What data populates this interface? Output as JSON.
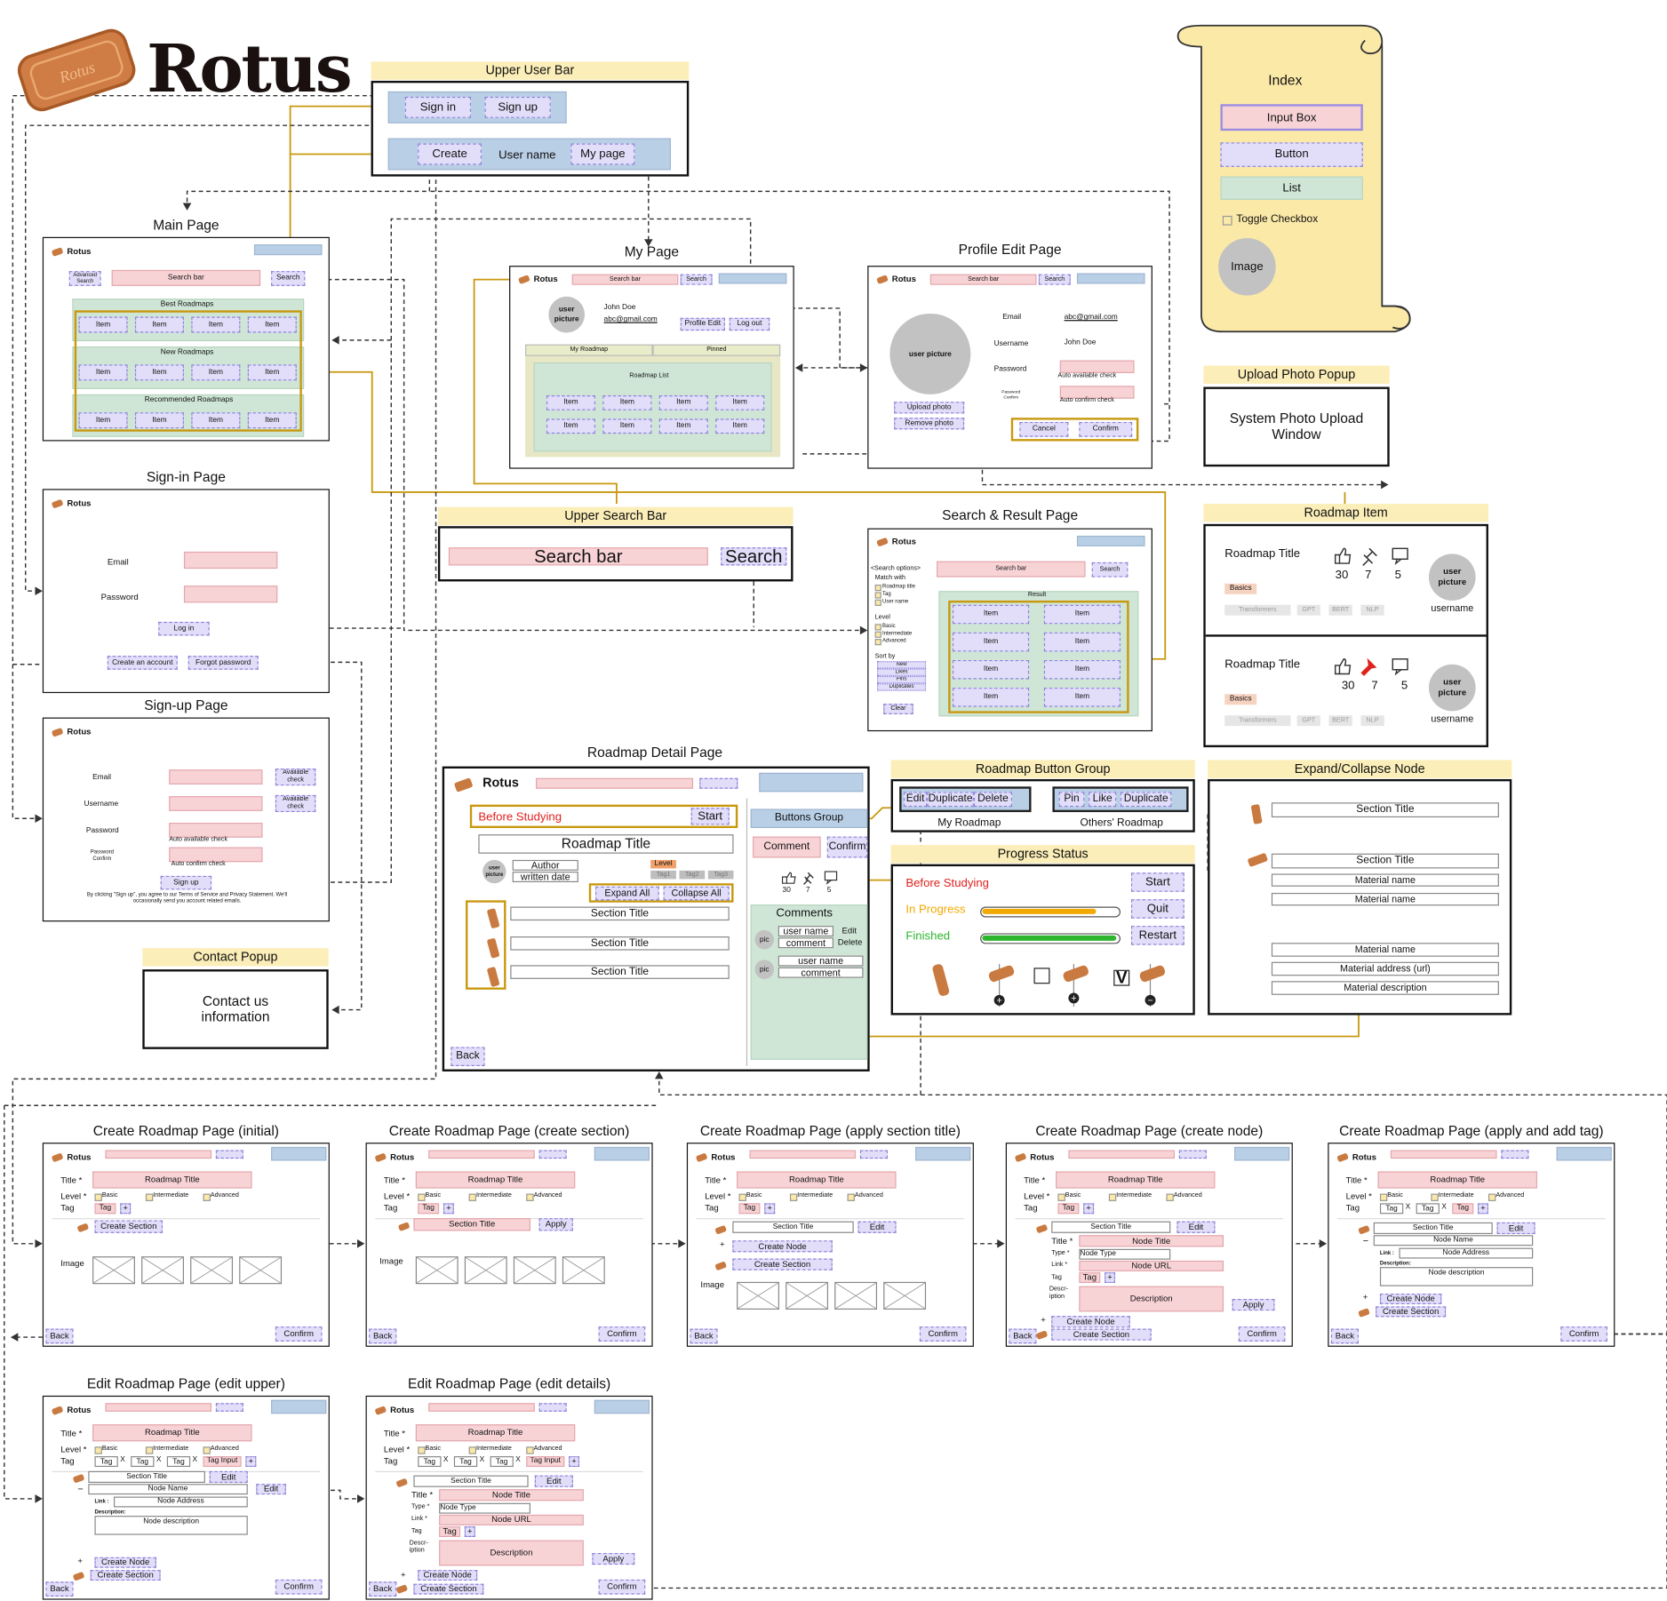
{
  "brand": {
    "name": "Rotus",
    "cookie_text": "Rotus"
  },
  "upper_user_bar": {
    "title": "Upper User Bar",
    "sign_in": "Sign in",
    "sign_up": "Sign up",
    "create": "Create",
    "user_name": "User name",
    "my_page": "My page"
  },
  "main_page": {
    "title": "Main Page",
    "advanced": "Advanced Search",
    "search_bar": "Search bar",
    "search": "Search",
    "sections": [
      "Best Roadmaps",
      "New Roadmaps",
      "Recommended Roadmaps"
    ],
    "item": "Item"
  },
  "sign_in_page": {
    "title": "Sign-in Page",
    "email": "Email",
    "password": "Password",
    "log_in": "Log in",
    "create_account": "Create an account",
    "forgot_password": "Forgot password"
  },
  "sign_up_page": {
    "title": "Sign-up Page",
    "email": "Email",
    "username": "Username",
    "password": "Password",
    "password_confirm": "Password Confirm",
    "available_check": "Available check",
    "auto_available": "Auto available check",
    "auto_confirm": "Auto confirm check",
    "sign_up": "Sign up",
    "terms": "By clicking \"Sign up\", you agree to our Terms of Service and Privacy Statement. We'll occasionally send you account related emails."
  },
  "contact_popup": {
    "title": "Contact Popup",
    "body": "Contact us information"
  },
  "my_page": {
    "title": "My Page",
    "user_picture": "user picture",
    "name": "John Doe",
    "email": "abc@gmail.com",
    "profile_edit": "Profile Edit",
    "log_out": "Log out",
    "tab_my": "My Roadmap",
    "tab_pinned": "Pinned",
    "roadmap_list": "Roadmap List",
    "item": "Item",
    "search_bar": "Search bar",
    "search": "Search"
  },
  "profile_edit_page": {
    "title": "Profile Edit Page",
    "email_label": "Email",
    "email": "abc@gmail.com",
    "username_label": "Username",
    "username": "John Doe",
    "password": "Password",
    "password_confirm": "Password Confirm",
    "auto_available": "Auto available check",
    "auto_confirm": "Auto confirm check",
    "upload_photo": "Upload photo",
    "remove_photo": "Remove photo",
    "cancel": "Cancel",
    "confirm": "Confirm",
    "user_picture": "user picture",
    "search_bar": "Search bar",
    "search": "Search"
  },
  "index": {
    "title": "Index",
    "input_box": "Input Box",
    "button": "Button",
    "list": "List",
    "toggle": "Toggle Checkbox",
    "image": "Image"
  },
  "upload_photo_popup": {
    "title": "Upload Photo Popup",
    "body": "System Photo Upload Window"
  },
  "upper_search_bar": {
    "title": "Upper Search Bar",
    "search_bar": "Search bar",
    "search": "Search"
  },
  "search_result_page": {
    "title": "Search & Result Page",
    "search_options": "<Search options>",
    "match_with": "Match with",
    "opts_match": [
      "Roadmap title",
      "Tag",
      "User name"
    ],
    "level": "Level",
    "opts_level": [
      "Basic",
      "Intermediate",
      "Advanced"
    ],
    "sort_by": "Sort by",
    "opts_sort": [
      "New",
      "Likes",
      "Pins",
      "Duplicates"
    ],
    "clear": "Clear",
    "result": "Result",
    "item": "Item",
    "search_bar": "Search bar",
    "search": "Search"
  },
  "roadmap_item": {
    "title": "Roadmap Item",
    "roadmap_title": "Roadmap Title",
    "likes": "30",
    "pins": "7",
    "comments": "5",
    "basics": "Basics",
    "tags": [
      "Transformers",
      "GPT",
      "BERT",
      "NLP"
    ],
    "user_picture": "user picture",
    "username": "username"
  },
  "roadmap_detail_page": {
    "title": "Roadmap Detail Page",
    "before_studying": "Before Studying",
    "start": "Start",
    "buttons_group": "Buttons Group",
    "roadmap_title": "Roadmap Title",
    "author": "Author",
    "written_date": "written date",
    "level": "Level",
    "tags": [
      "Tag1",
      "Tag2",
      "Tag3"
    ],
    "comment": "Comment",
    "confirm": "Confirm",
    "expand_all": "Expand All",
    "collapse_all": "Collapse All",
    "likes": "30",
    "pins": "7",
    "comments_count": "5",
    "section_title": "Section Title",
    "comments": "Comments",
    "pic": "pic",
    "user_name": "user name",
    "comment_text": "comment",
    "edit": "Edit",
    "delete": "Delete",
    "back": "Back",
    "user_picture": "user picture"
  },
  "roadmap_button_group": {
    "title": "Roadmap Button Group",
    "my": [
      "Edit",
      "Duplicate",
      "Delete"
    ],
    "my_label": "My Roadmap",
    "others": [
      "Pin",
      "Like",
      "Duplicate"
    ],
    "others_label": "Others' Roadmap"
  },
  "progress_status": {
    "title": "Progress Status",
    "states": [
      "Before Studying",
      "In Progress",
      "Finished"
    ],
    "buttons": [
      "Start",
      "Quit",
      "Restart"
    ],
    "state_colors": [
      "#e0221e",
      "#f2a900",
      "#2db52d"
    ],
    "in_progress_fill": 0.85,
    "finished_fill": 1.0
  },
  "expand_collapse": {
    "title": "Expand/Collapse Node",
    "section_title": "Section Title",
    "material_name": "Material name",
    "material_address": "Material address (url)",
    "material_description": "Material description"
  },
  "create_pages": {
    "titles": [
      "Create Roadmap Page (initial)",
      "Create Roadmap Page (create section)",
      "Create Roadmap Page (apply section title)",
      "Create Roadmap Page (create node)",
      "Create Roadmap Page (apply and add tag)"
    ],
    "title_label": "Title *",
    "level_label": "Level *",
    "tag_label": "Tag",
    "roadmap_title": "Roadmap Title",
    "basic": "Basic",
    "intermediate": "Intermediate",
    "advanced": "Advanced",
    "tag": "Tag",
    "plus": "+",
    "x": "X",
    "create_section": "Create Section",
    "create_node": "Create Node",
    "section_title": "Section Title",
    "apply": "Apply",
    "edit": "Edit",
    "image": "Image",
    "back": "Back",
    "confirm": "Confirm",
    "node_title": "Node Title",
    "type_label": "Type *",
    "node_type": "Node Type",
    "link_label": "Link *",
    "node_url": "Node URL",
    "description_label": "Descr-iption",
    "description": "Description",
    "node_name": "Node Name",
    "link_colon": "Link :",
    "node_address": "Node Address",
    "description_colon": "Description:",
    "node_description": "Node description",
    "tag_input": "Tag Input"
  },
  "edit_pages": {
    "titles": [
      "Edit Roadmap Page (edit upper)",
      "Edit Roadmap Page (edit details)"
    ]
  },
  "colors": {
    "input": "#f8d3d6",
    "button": "#e2defa",
    "list": "#cfe6d6",
    "header": "#fbeeb8",
    "link_gold": "#c8980e",
    "bar_blue": "#b9cfe6"
  }
}
